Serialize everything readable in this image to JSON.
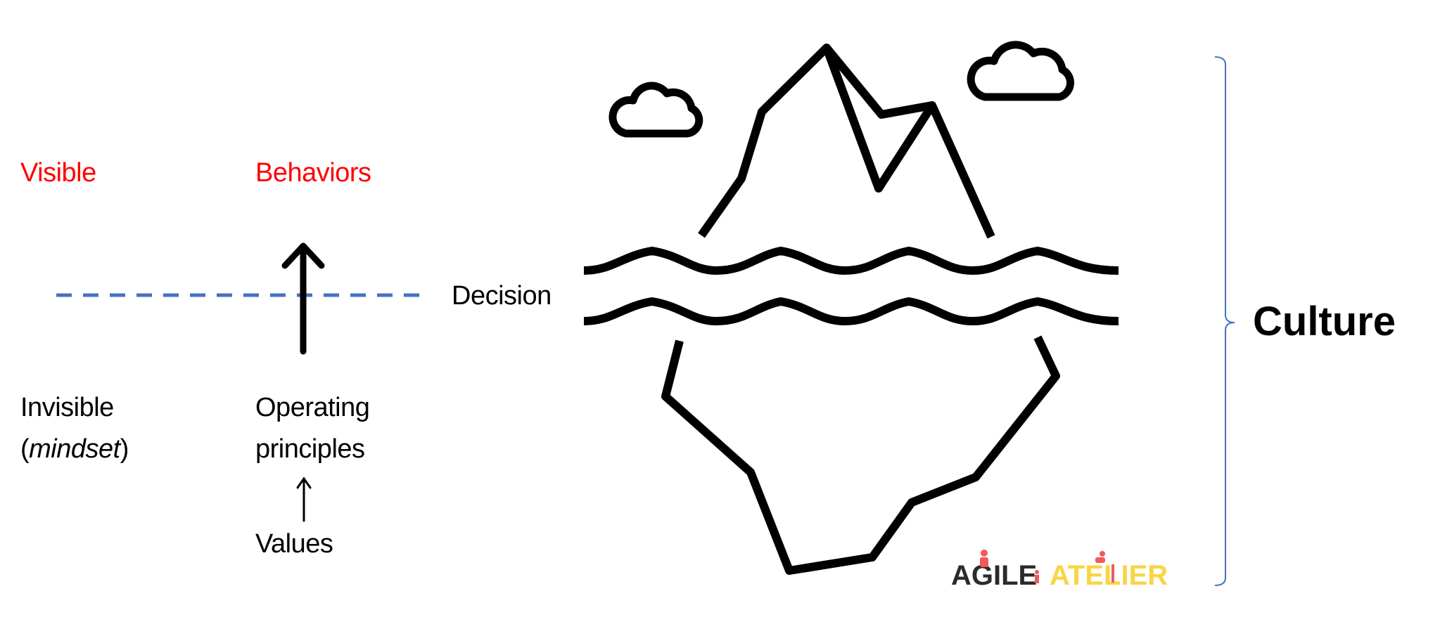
{
  "labels": {
    "visible": "Visible",
    "behaviors": "Behaviors",
    "decision": "Decision",
    "invisible": "Invisible",
    "mindset_open": "(",
    "mindset": "mindset",
    "mindset_close": ")",
    "operating": "Operating",
    "principles": "principles",
    "values": "Values",
    "culture": "Culture"
  },
  "logo": {
    "word1": "AGILE",
    "word2": "ATELIER"
  },
  "colors": {
    "accent_red": "#ff0000",
    "dash_blue": "#4472C4",
    "brace_blue": "#4472C4",
    "logo_dark": "#2b2b2b",
    "logo_yellow": "#F9D546",
    "logo_figure": "#F05A5A"
  }
}
